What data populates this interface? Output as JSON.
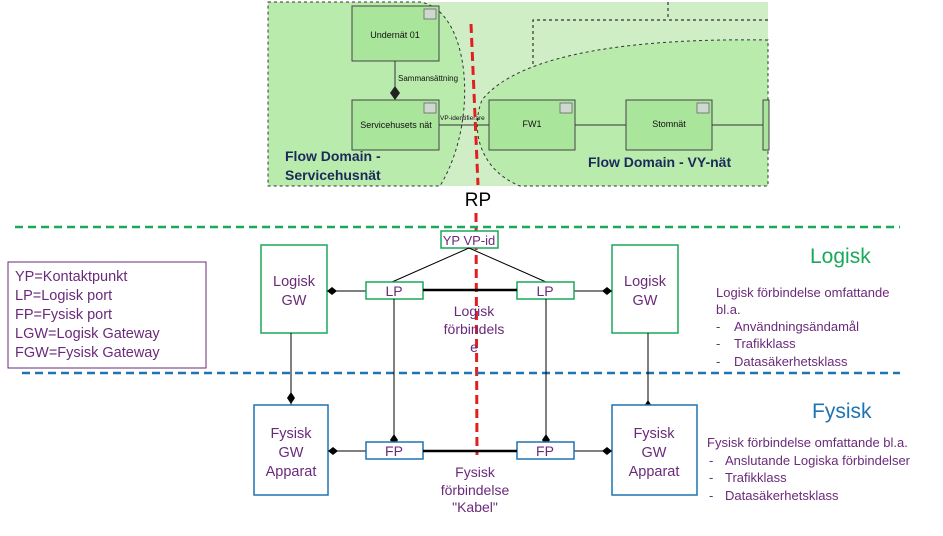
{
  "top": {
    "node_undernat": "Undernät 01",
    "edge_sammansattning": "Sammansättning",
    "node_servicehusets": "Servicehusets nät",
    "edge_vp_identifierare": "VP-identifierare",
    "node_fw1": "FW1",
    "node_stomnat": "Stomnät",
    "domain_left_line1": "Flow Domain -",
    "domain_left_line2": "Servicehusnät",
    "domain_right": "Flow Domain - VY-nät",
    "rp": "RP"
  },
  "legend": [
    "YP=Kontaktpunkt",
    "LP=Logisk port",
    "FP=Fysisk port",
    "LGW=Logisk Gateway",
    "FGW=Fysisk Gateway"
  ],
  "logical": {
    "yp_vp_id": "YP VP-id",
    "gw_left": [
      "Logisk",
      "GW"
    ],
    "gw_right": [
      "Logisk",
      "GW"
    ],
    "lp_left": "LP",
    "lp_right": "LP",
    "link_label": [
      "Logisk",
      "förbindels",
      "e"
    ],
    "section_title": "Logisk",
    "desc_intro": [
      "Logisk förbindelse omfattande",
      "bl.a."
    ],
    "desc_items": [
      "Användningsändamål",
      "Trafikklass",
      "Datasäkerhetsklass"
    ]
  },
  "physical": {
    "gw_left": [
      "Fysisk",
      "GW",
      "Apparat"
    ],
    "gw_right": [
      "Fysisk",
      "GW",
      "Apparat"
    ],
    "fp_left": "FP",
    "fp_right": "FP",
    "link_label": [
      "Fysisk",
      "förbindelse",
      "\"Kabel\""
    ],
    "section_title": "Fysisk",
    "desc_intro": "Fysisk förbindelse omfattande bl.a.",
    "desc_items": [
      "Anslutande Logiska förbindelser",
      "Trafikklass",
      "Datasäkerhetsklass"
    ]
  },
  "colors": {
    "green_panel": "#cfeec6",
    "green_domain": "#b7ecaa",
    "node_fill": "#a9e59a",
    "logical_green": "#1aa85a",
    "physical_blue": "#1f74b3",
    "text_purple": "#6a2a7a",
    "rp_red": "#e02020"
  }
}
